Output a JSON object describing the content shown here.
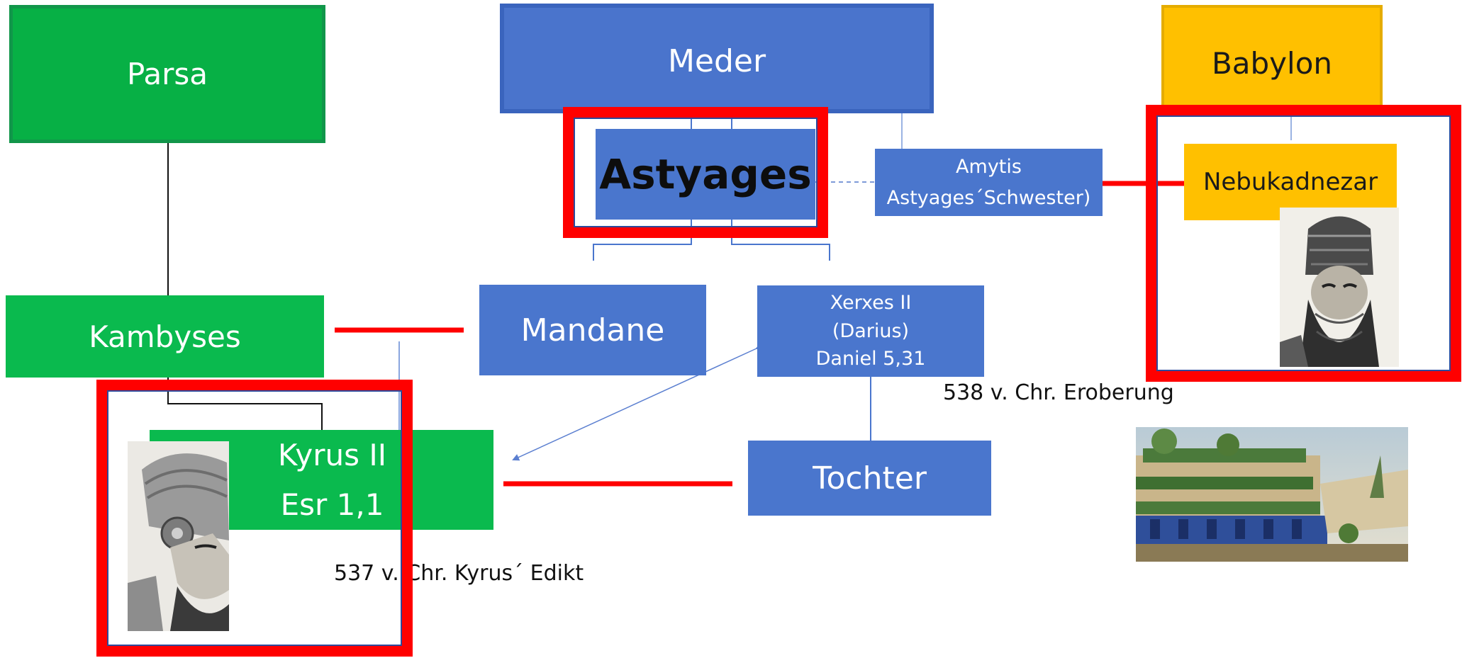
{
  "nodes": {
    "parsa": "Parsa",
    "meder": "Meder",
    "babylon": "Babylon",
    "astyages": "Astyages",
    "amytis": [
      "Amytis",
      "Astyages´Schwester)"
    ],
    "nebukadnezar": "Nebukadnezar",
    "kambyses": "Kambyses",
    "mandane": "Mandane",
    "xerxes": [
      "Xerxes II",
      "(Darius)",
      "Daniel 5,31"
    ],
    "kyrus": [
      "Kyrus II",
      "Esr 1,1"
    ],
    "tochter": "Tochter"
  },
  "annotations": {
    "eroberung": "538 v. Chr. Eroberung",
    "edikt": "537 v. Chr. Kyrus´ Edikt"
  },
  "images": {
    "nebukadnezar_portrait": "bearded-king-engraving",
    "kyrus_portrait": "helmeted-king-relief",
    "babylon_gardens": "hanging-gardens-painting"
  },
  "colors": {
    "parsa_green": "#0aba4e",
    "meder_blue": "#4a76cd",
    "babylon_yellow": "#ffc000",
    "marriage_red": "#ff0000",
    "highlight_red": "#ff0000"
  }
}
